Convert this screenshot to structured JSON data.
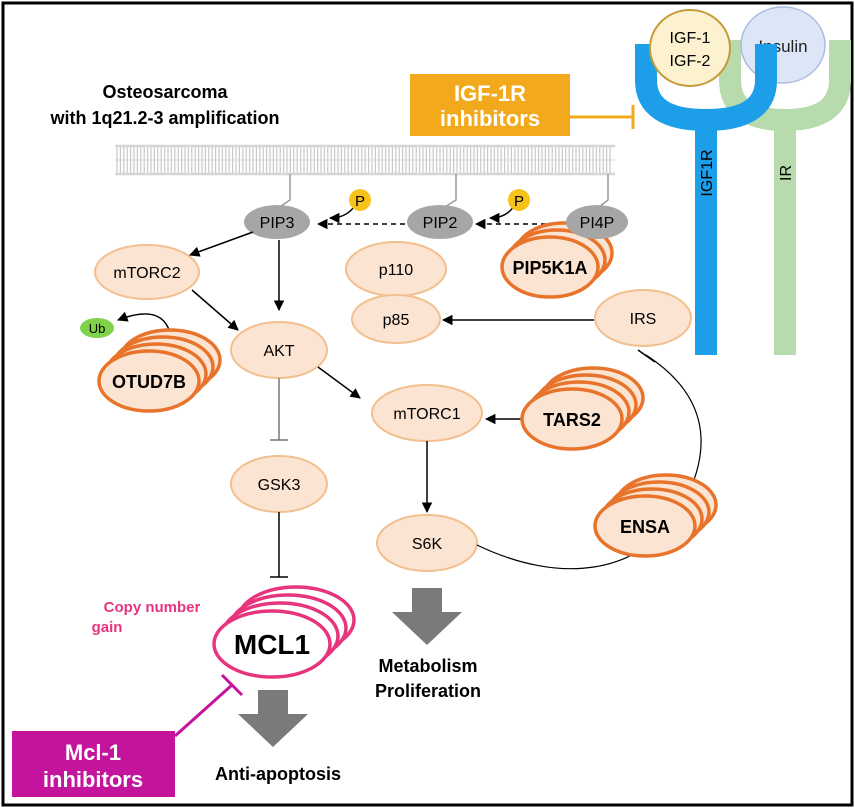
{
  "title": {
    "line1": "Osteosarcoma",
    "line2": "with 1q21.2-3 amplification"
  },
  "ligands": {
    "igf_line1": "IGF-1",
    "igf_line2": "IGF-2",
    "insulin": "Insulin"
  },
  "receptors": {
    "igf1r": "IGF1R",
    "ir": "IR"
  },
  "igf1r_inhibitors": {
    "line1": "IGF-1R",
    "line2": "inhibitors"
  },
  "nodes": {
    "pip3": "PIP3",
    "pip2": "PIP2",
    "pi4p": "PI4P",
    "p110": "p110",
    "p85": "p85",
    "irs": "IRS",
    "mtorc2": "mTORC2",
    "akt": "AKT",
    "mtorc1": "mTORC1",
    "gsk3": "GSK3",
    "s6k": "S6K"
  },
  "phospho": {
    "p1": "P",
    "p2": "P"
  },
  "ub": "Ub",
  "amplified_genes": {
    "pip5k1a": "PIP5K1A",
    "otud7b": "OTUD7B",
    "tars2": "TARS2",
    "ensa": "ENSA",
    "mcl1": "MCL1"
  },
  "copy_number": {
    "line1": "Copy number",
    "line2": "gain"
  },
  "outcomes": {
    "metabolism": "Metabolism",
    "proliferation": "Proliferation",
    "anti_apoptosis": "Anti-apoptosis"
  },
  "mcl1_inhibitors": {
    "line1": "Mcl-1",
    "line2": "inhibitors"
  },
  "colors": {
    "node_fill": "#fce4d2",
    "node_stroke": "#f2bf8e",
    "gene_stroke": "#e8732a",
    "igf1r_blue": "#1d9ee8",
    "ir_green": "#b8dbae",
    "igf_inhib_orange": "#f3a91c",
    "mcl1_pink": "#e8337d",
    "mcl1_inhib_magenta": "#c4139c",
    "membrane_gray": "#c8c8c8",
    "phospho_yellow": "#f7c21a",
    "ub_green": "#7fd24a",
    "arrow_gray": "#7a7a7a"
  }
}
